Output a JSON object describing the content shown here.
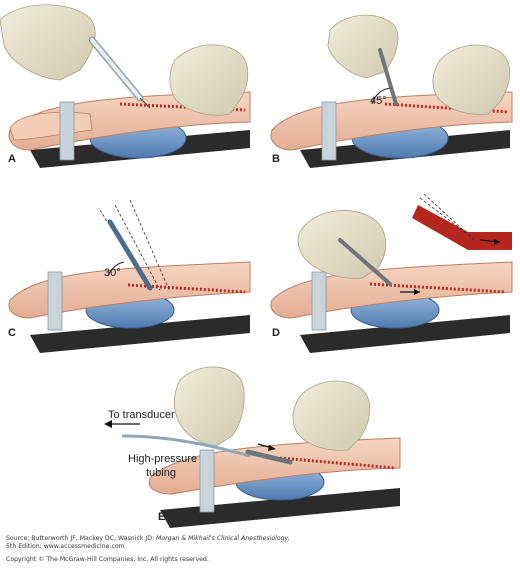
{
  "panels": [
    {
      "letter": "A"
    },
    {
      "letter": "B",
      "angle_label": "45°"
    },
    {
      "letter": "C",
      "angle_label": "30°"
    },
    {
      "letter": "D"
    },
    {
      "letter": "E",
      "labels": {
        "to_transducer": "To transducer",
        "tubing_line1": "High-pressure",
        "tubing_line2": "tubing"
      }
    }
  ],
  "caption": {
    "source_prefix": "Source: Butterworth JF, Mackey DC, Wasnick JD: ",
    "book_title": "Morgan & Mikhail's Clinical Anesthesiology,",
    "edition_line": "5th Edition: www.accessmedicine.com",
    "copyright": "Copyright © The McGraw-Hill Companies, Inc. All rights reserved."
  },
  "colors": {
    "skin": "#f1c9b3",
    "skin_shadow": "#d9a48b",
    "glove": "#e9e6d2",
    "glove_shade": "#cfcab0",
    "artery": "#c2271f",
    "roll": "#6f98c7",
    "board": "#2b2b2b",
    "strap": "#c9d3da"
  }
}
